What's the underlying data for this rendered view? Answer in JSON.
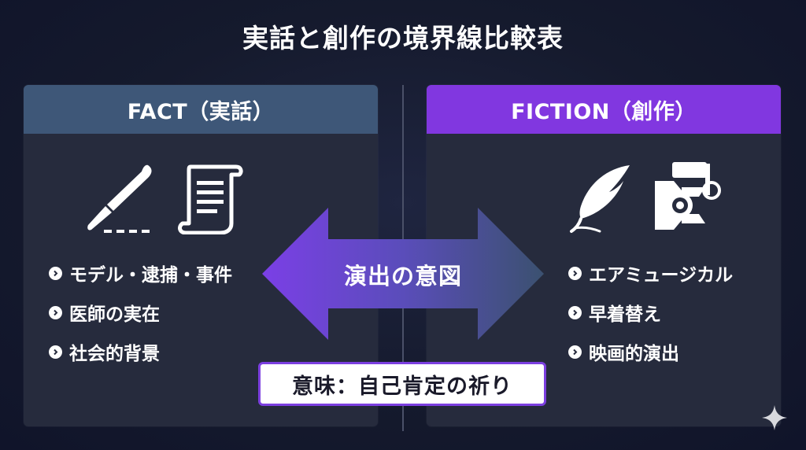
{
  "title": "実話と創作の境界線比較表",
  "left_panel": {
    "header": "FACT（実話）",
    "icons": [
      "scalpel-icon",
      "document-scroll-icon"
    ],
    "items": [
      "モデル・逮捕・事件",
      "医師の実在",
      "社会的背景"
    ]
  },
  "right_panel": {
    "header": "FICTION（創作）",
    "icons": [
      "feather-quill-icon",
      "stage-spotlight-icon"
    ],
    "items": [
      "エアミュージカル",
      "早着替え",
      "映画的演出"
    ]
  },
  "center": {
    "arrow_label": "演出の意図",
    "meaning": "意味：自己肯定の祈り"
  },
  "colors": {
    "fact_header": "#3e5778",
    "fiction_header": "#8137e0",
    "arrow_left": "#7b3fe6",
    "arrow_right": "#3b5170",
    "panel_bg": "#262b3d"
  }
}
